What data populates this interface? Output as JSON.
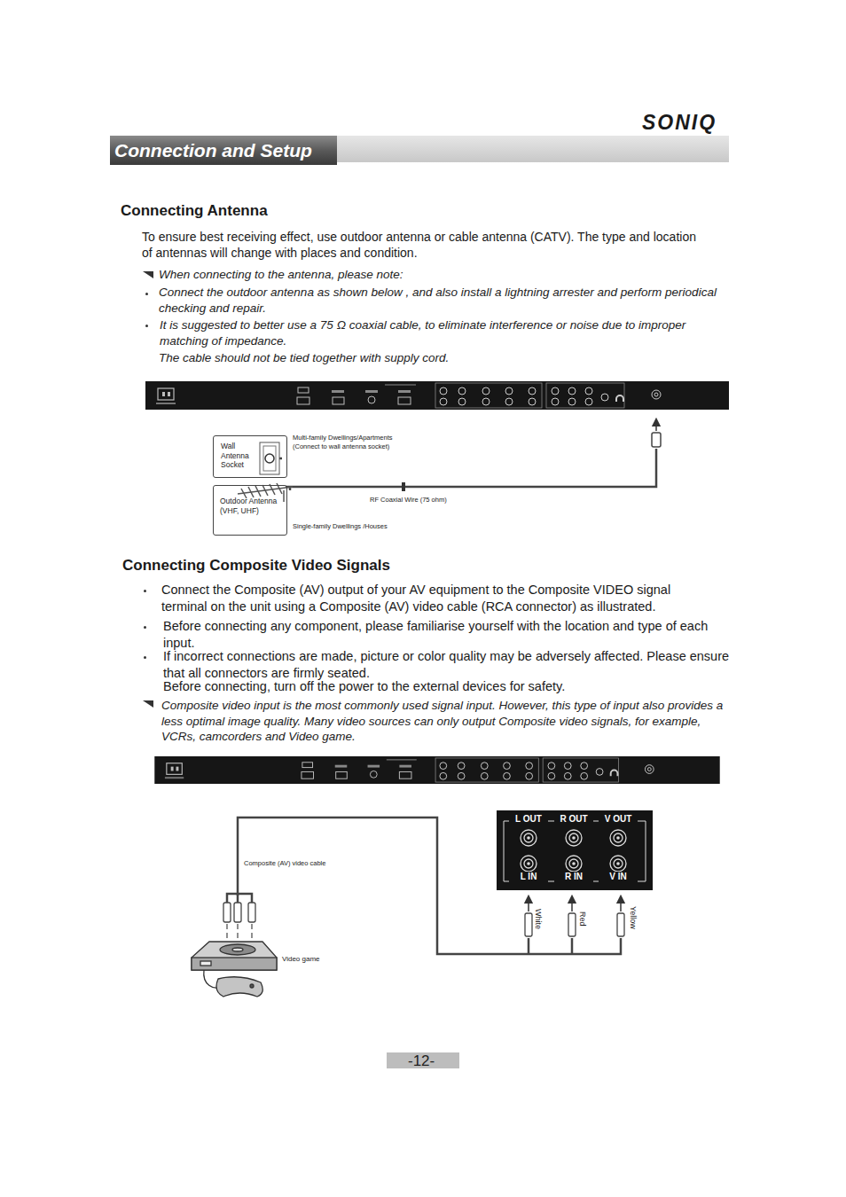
{
  "diagram": {
    "title": "Connection and Setup",
    "nodes": [
      {
        "text": [
          "Wall Antenna Socket"
        ]
      },
      {
        "text": [
          "Outdoor Antenna (VHF, UHF)"
        ]
      },
      {
        "text": [
          "L OUT",
          "R OUT",
          "V OUT",
          "L IN",
          "R IN",
          "V IN"
        ]
      }
    ],
    "labels": [
      "SONIQ",
      "Connecting Antenna",
      "To ensure best receiving effect, use outdoor antenna or cable antenna (CATV). The type and location of antennas will change with places and condition.",
      "When connecting to the antenna, please note:",
      "Connect the outdoor antenna as shown below , and also install a lightning arrester and perform periodical checking and repair.",
      "It is suggested to better use a 75 Ω coaxial cable, to eliminate interference or noise due to improper matching of impedance.",
      "The cable should not be tied together with supply cord.",
      "Multi-family Dwellings/Apartments (Connect to wall antenna socket)",
      "RF Coaxial Wire (75 ohm)",
      "Single-family Dwellings /Houses",
      "Connecting Composite Video Signals",
      "Connect the Composite (AV) output of your AV equipment to the Composite VIDEO signal terminal on the unit using a Composite (AV) video cable (RCA connector) as illustrated.",
      "Before connecting any component, please familiarise yourself with the location and type of each input.",
      "If  incorrect connections are made, picture or color quality may be adversely affected. Please ensure that all connectors are firmly seated.",
      "Before connecting, turn off the power to the external devices for safety.",
      "Composite video input is the most commonly used signal input. However, this type of input also provides a less optimal image quality. Many video sources can only output Composite video signals, for example, VCRs, camcorders and Video game.",
      "Composite (AV) video cable",
      "Video game",
      "White",
      "Red",
      "Yellow",
      "-12-"
    ]
  }
}
